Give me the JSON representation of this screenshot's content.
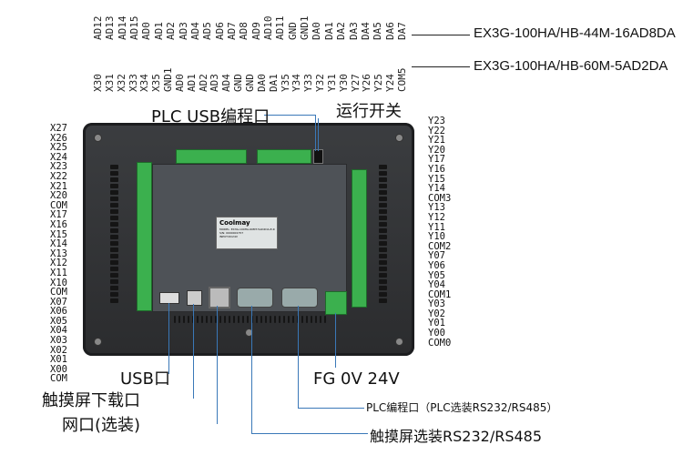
{
  "top_row1": [
    "AD12",
    "AD13",
    "AD14",
    "AD15",
    "AD0",
    "AD1",
    "AD2",
    "AD3",
    "AD4",
    "AD5",
    "AD6",
    "AD7",
    "AD8",
    "AD9",
    "AD10",
    "AD11",
    "GND",
    "GND1",
    "DA0",
    "DA1",
    "DA2",
    "DA3",
    "DA4",
    "DA5",
    "DA6",
    "DA7"
  ],
  "top_row2": [
    "X30",
    "X31",
    "X32",
    "X33",
    "X34",
    "X35",
    "GND1",
    "AD0",
    "AD1",
    "AD2",
    "AD3",
    "AD4",
    "GND",
    "GND",
    "DA0",
    "DA1",
    "Y35",
    "Y34",
    "Y33",
    "Y32",
    "Y31",
    "Y30",
    "Y27",
    "Y26",
    "Y25",
    "Y24",
    "COM5"
  ],
  "model1": "EX3G-100HA/HB-44M-16AD8DA",
  "model2": "EX3G-100HA/HB-60M-5AD2DA",
  "left_pins": [
    "X27",
    "X26",
    "X25",
    "X24",
    "X23",
    "X22",
    "X21",
    "X20",
    "COM",
    "X17",
    "X16",
    "X15",
    "X14",
    "X13",
    "X12",
    "X11",
    "X10",
    "COM",
    "X07",
    "X06",
    "X05",
    "X04",
    "X03",
    "X02",
    "X01",
    "X00",
    "COM"
  ],
  "right_pins": [
    "Y23",
    "Y22",
    "Y21",
    "Y20",
    "Y17",
    "Y16",
    "Y15",
    "Y14",
    "COM3",
    "Y13",
    "Y12",
    "Y11",
    "Y10",
    "COM2",
    "Y07",
    "Y06",
    "Y05",
    "Y04",
    "COM1",
    "Y03",
    "Y02",
    "Y01",
    "Y00",
    "COM0"
  ],
  "callouts": {
    "plc_usb": "PLC USB编程口",
    "run_switch": "运行开关",
    "usb": "USB口",
    "hmi_download": "触摸屏下载口",
    "network": "网口(选装)",
    "power": "FG 0V 24V",
    "plc_program": "PLC编程口（PLC选装RS232/RS485）",
    "hmi_serial": "触摸屏选装RS232/RS485"
  },
  "device_label": {
    "brand": "Coolmay",
    "line1": "MODEL: EX3G-100HA-60MT-5AD2DA-E-R",
    "line2": "S/N: 0000001757",
    "line3": "INPUT:DC24V"
  },
  "colors": {
    "terminal_green": "#3bb04e",
    "leader_line": "#3a78b8",
    "panel": "#2f3033"
  }
}
